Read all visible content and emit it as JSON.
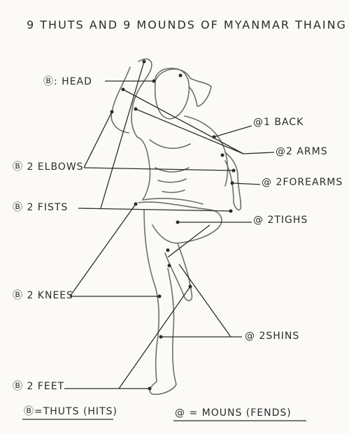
{
  "title": "9 THUTS AND 9 MOUNDS OF MYANMAR THAING",
  "thut_labels": {
    "head": "Ⓑ: HEAD",
    "elbows": "Ⓑ 2 ELBOWS",
    "fists": "Ⓑ 2 FISTS",
    "knees": "Ⓑ 2 KNEES",
    "feet": "Ⓑ 2 FEET"
  },
  "mound_labels": {
    "back": "@1 BACK",
    "arms": "@2 ARMS",
    "forearms": "@ 2FOREARMS",
    "tighs": "@ 2TIGHS",
    "shins": "@ 2SHINS"
  },
  "legend": {
    "thuts": "Ⓑ=THUTS (HITS)",
    "mounds": "@ = MOUNS (FENDS)"
  },
  "colors": {
    "ink": "#2b2b2b",
    "paper": "#fbfaf7",
    "pencil": "#6e6e6e"
  }
}
